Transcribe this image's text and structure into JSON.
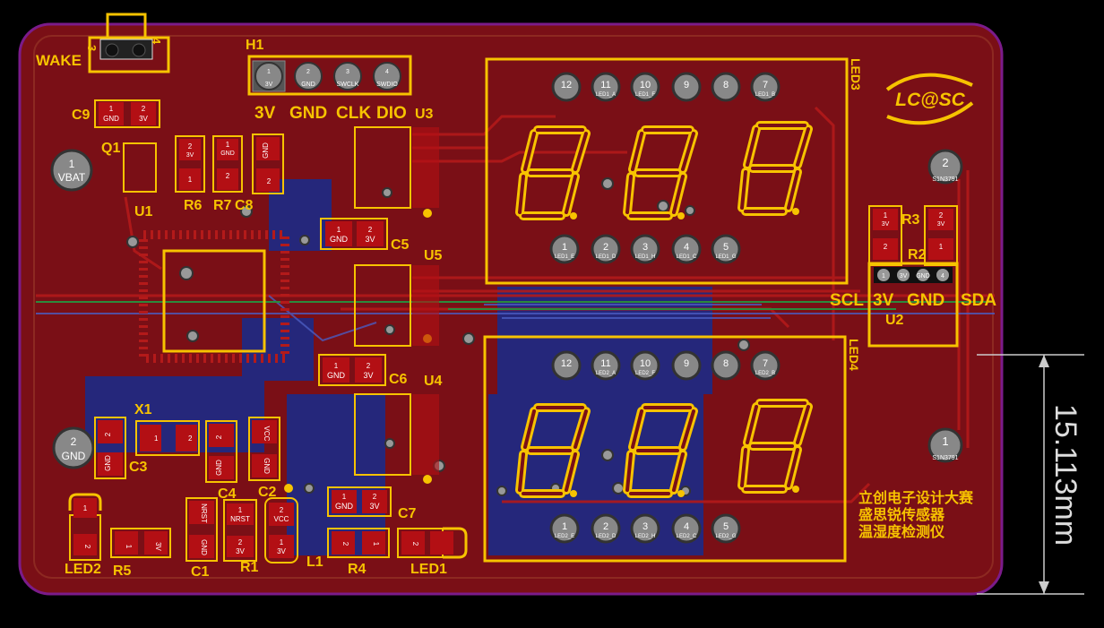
{
  "board": {
    "colors": {
      "background": "#000000",
      "board": "#7a0f16",
      "outline": "#7b1b8a",
      "silk": "#f7c300",
      "copper_bottom": "#1c2a86",
      "pad": "#b30f14",
      "via": "#8a8a8a"
    },
    "components": {
      "wake": "WAKE",
      "h1": "H1",
      "h1_pins": [
        "3V",
        "GND",
        "SWCLK",
        "SWDIO"
      ],
      "h1_labels": [
        "3V",
        "GND",
        "CLK",
        "DIO"
      ],
      "u3": "U3",
      "c9": "C9",
      "q1": "Q1",
      "u1": "U1",
      "r6": "R6",
      "r7": "R7",
      "c8": "C8",
      "c5": "C5",
      "u5": "U5",
      "c6": "C6",
      "u4": "U4",
      "x1": "X1",
      "c3": "C3",
      "c4": "C4",
      "c2": "C2",
      "c1": "C1",
      "r1": "R1",
      "l1": "L1",
      "r4": "R4",
      "c7": "C7",
      "led1": "LED1",
      "led2": "LED2",
      "r5": "R5",
      "vbat": "VBAT",
      "gnd": "GND",
      "led3": "LED3",
      "led4": "LED4",
      "r3": "R3",
      "r2": "R2",
      "u2": "U2",
      "scl": "SCL",
      "sda": "SDA",
      "u2_3v": "3V",
      "u2_gnd": "GND",
      "logo": "LC@SC"
    },
    "pad_labels": {
      "gnd": "GND",
      "v3": "3V",
      "vcc": "VCC",
      "nrst": "NRST",
      "one": "1",
      "two": "2",
      "three": "3",
      "four": "4"
    },
    "led3_top": [
      "12",
      "11",
      "10",
      "9",
      "8",
      "7"
    ],
    "led3_top_sub": [
      "",
      "LED1_A",
      "LED1_F",
      "",
      "",
      "LED1_B"
    ],
    "led3_bottom": [
      "1",
      "2",
      "3",
      "4",
      "5"
    ],
    "led3_bottom_sub": [
      "LED1_E",
      "LED1_D",
      "LED1_H",
      "LED1_C",
      "LED1_G"
    ],
    "led4_top": [
      "12",
      "11",
      "10",
      "9",
      "8",
      "7"
    ],
    "led4_top_sub": [
      "",
      "LED2_A",
      "LED2_F",
      "",
      "",
      "LED2_B"
    ],
    "led4_bottom": [
      "1",
      "2",
      "3",
      "4",
      "5"
    ],
    "led4_bottom_sub": [
      "LED2_E",
      "LED2_D",
      "LED2_H",
      "LED2_C",
      "LED2_G"
    ],
    "cap_pin": "S1N3791",
    "cap_pins": [
      "2",
      "1"
    ],
    "title_lines": [
      "立创电子设计大赛",
      "盛思锐传感器",
      "温湿度检测仪"
    ],
    "dimension": "15.113mm"
  }
}
